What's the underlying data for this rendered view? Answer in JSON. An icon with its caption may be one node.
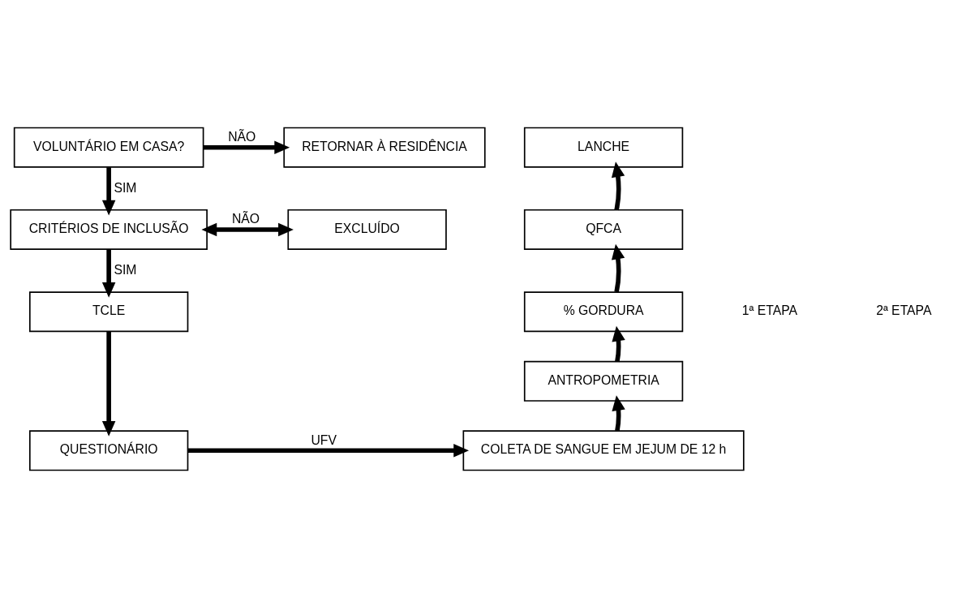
{
  "diagram": {
    "nodes": [
      {
        "text": [
          "VOLUNTÁRIO EM CASA?"
        ]
      },
      {
        "text": [
          "RETORNAR À RESIDÊNCIA"
        ]
      },
      {
        "text": [
          "LANCHE"
        ]
      },
      {
        "text": [
          "QFCA"
        ]
      },
      {
        "text": [
          "CRITÉRIOS DE INCLUSÃO"
        ]
      },
      {
        "text": [
          "EXCLUÍDO"
        ]
      },
      {
        "text": [
          "% GORDURA"
        ]
      },
      {
        "text": [
          "TCLE"
        ]
      },
      {
        "text": [
          "ANTROPOMETRIA"
        ]
      },
      {
        "text": [
          "QUESTIONÁRIO"
        ]
      },
      {
        "text": [
          "COLETA DE SANGUE EM JEJUM DE 12 h"
        ]
      }
    ],
    "edges": [
      {
        "from": 0,
        "to": 1,
        "arrow": "to",
        "label": "NÃO"
      },
      {
        "from": 0,
        "to": 4,
        "arrow": "to",
        "label": "SIM"
      },
      {
        "from": 4,
        "to": 5,
        "arrow": "both",
        "label": "NÃO"
      },
      {
        "from": 4,
        "to": 7,
        "arrow": "to",
        "label": "SIM"
      },
      {
        "from": 7,
        "to": 9,
        "arrow": "to"
      },
      {
        "from": 9,
        "to": 10,
        "arrow": "to",
        "label": "UFV"
      },
      {
        "from": 10,
        "to": 8,
        "arrow": "to"
      },
      {
        "from": 8,
        "to": 6,
        "arrow": "to"
      },
      {
        "from": 6,
        "to": 3,
        "arrow": "to"
      },
      {
        "from": 3,
        "to": 2,
        "arrow": "to"
      }
    ],
    "labels": [
      "1ª ETAPA",
      "2ª ETAPA"
    ]
  }
}
